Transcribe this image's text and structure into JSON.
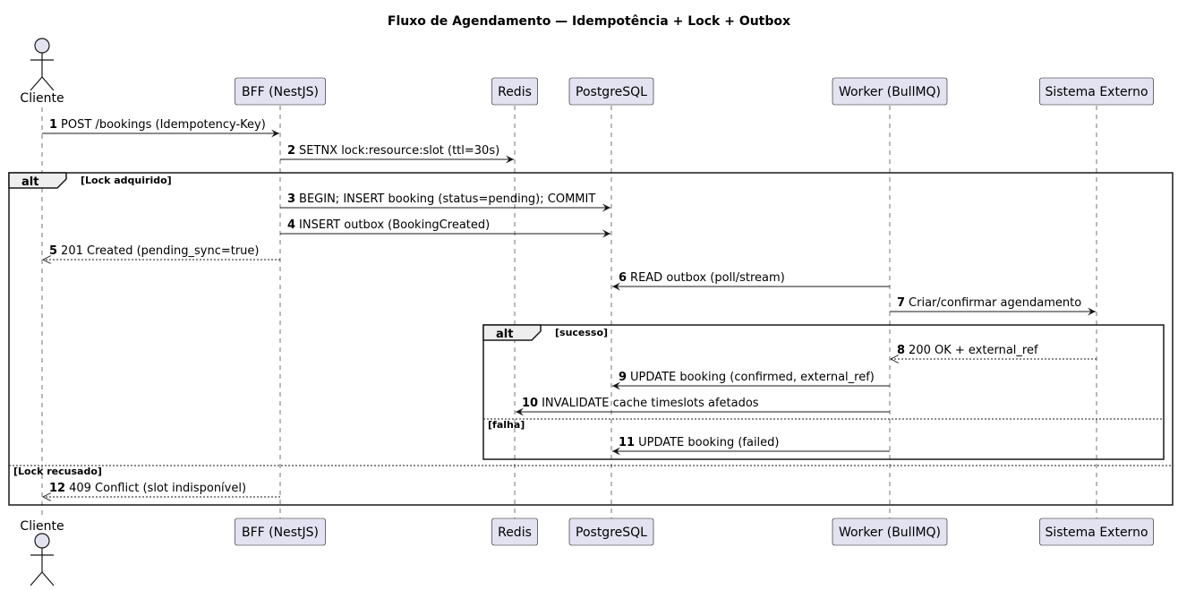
{
  "title": "Fluxo de Agendamento — Idempotência + Lock + Outbox",
  "participants": [
    {
      "id": "cliente",
      "label": "Cliente",
      "kind": "actor"
    },
    {
      "id": "bff",
      "label": "BFF (NestJS)",
      "kind": "box"
    },
    {
      "id": "redis",
      "label": "Redis",
      "kind": "box"
    },
    {
      "id": "pg",
      "label": "PostgreSQL",
      "kind": "box"
    },
    {
      "id": "worker",
      "label": "Worker (BullMQ)",
      "kind": "box"
    },
    {
      "id": "ext",
      "label": "Sistema Externo",
      "kind": "box"
    }
  ],
  "messages": [
    {
      "num": "1",
      "text": "POST /bookings (Idempotency-Key)",
      "from": "cliente",
      "to": "bff",
      "style": "solid"
    },
    {
      "num": "2",
      "text": "SETNX lock:resource:slot (ttl=30s)",
      "from": "bff",
      "to": "redis",
      "style": "solid"
    },
    {
      "num": "3",
      "text": "BEGIN; INSERT booking (status=pending); COMMIT",
      "from": "bff",
      "to": "pg",
      "style": "solid"
    },
    {
      "num": "4",
      "text": "INSERT outbox (BookingCreated)",
      "from": "bff",
      "to": "pg",
      "style": "solid"
    },
    {
      "num": "5",
      "text": "201 Created (pending_sync=true)",
      "from": "bff",
      "to": "cliente",
      "style": "dashed"
    },
    {
      "num": "6",
      "text": "READ outbox (poll/stream)",
      "from": "worker",
      "to": "pg",
      "style": "solid"
    },
    {
      "num": "7",
      "text": "Criar/confirmar agendamento",
      "from": "worker",
      "to": "ext",
      "style": "solid"
    },
    {
      "num": "8",
      "text": "200 OK + external_ref",
      "from": "ext",
      "to": "worker",
      "style": "dashed"
    },
    {
      "num": "9",
      "text": "UPDATE booking (confirmed, external_ref)",
      "from": "worker",
      "to": "pg",
      "style": "solid"
    },
    {
      "num": "10",
      "text": "INVALIDATE cache timeslots afetados",
      "from": "worker",
      "to": "redis",
      "style": "solid"
    },
    {
      "num": "11",
      "text": "UPDATE booking (failed)",
      "from": "worker",
      "to": "pg",
      "style": "solid"
    },
    {
      "num": "12",
      "text": "409 Conflict (slot indisponível)",
      "from": "bff",
      "to": "cliente",
      "style": "dashed"
    }
  ],
  "fragments": [
    {
      "tag": "alt",
      "guard": "[Lock adquirido]",
      "else_guard": "[Lock recusado]"
    },
    {
      "tag": "alt",
      "guard": "[sucesso]",
      "else_guard": "[falha]"
    }
  ],
  "colors": {
    "participant_fill": "#E2E2F0",
    "participant_border": "#181818",
    "lifeline": "#181818",
    "line": "#181818",
    "text": "#000000",
    "fragment_tab": "#EEEEEE"
  }
}
